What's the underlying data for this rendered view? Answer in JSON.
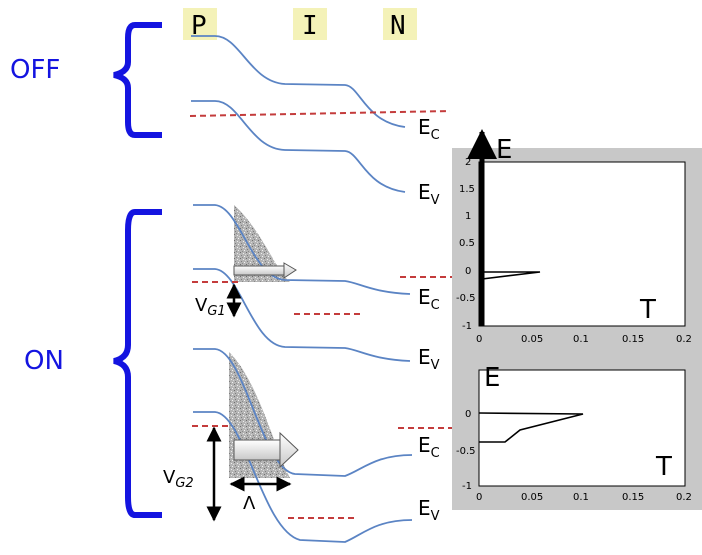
{
  "labels": {
    "off": "OFF",
    "on": "ON",
    "p": "P",
    "i": "I",
    "n": "N",
    "ec_main": "E",
    "ec_sub": "C",
    "ev_main": "E",
    "ev_sub": "V",
    "vg1_main": "V",
    "vg1_sub": "G1",
    "vg2_main": "V",
    "vg2_sub": "G2",
    "lambda": "Λ"
  },
  "colors": {
    "brace": "#1414e0",
    "band": "#5b84c4",
    "fermi": "#c43c3c",
    "region_bg": "#f4f2b8",
    "plot_frame": "#c8c8c8"
  },
  "plots": [
    {
      "y_label": "E",
      "x_label": "T",
      "x_ticks": [
        "0",
        "0.05",
        "0.1",
        "0.15",
        "0.2"
      ],
      "y_ticks": [
        "2",
        "1.5",
        "1",
        "0.5",
        "0",
        "-0.5",
        "-1"
      ]
    },
    {
      "y_label": "E",
      "x_label": "T",
      "x_ticks": [
        "0",
        "0.05",
        "0.1",
        "0.15",
        "0.2"
      ],
      "y_ticks": [
        "0",
        "-0.5",
        "-1"
      ]
    }
  ]
}
